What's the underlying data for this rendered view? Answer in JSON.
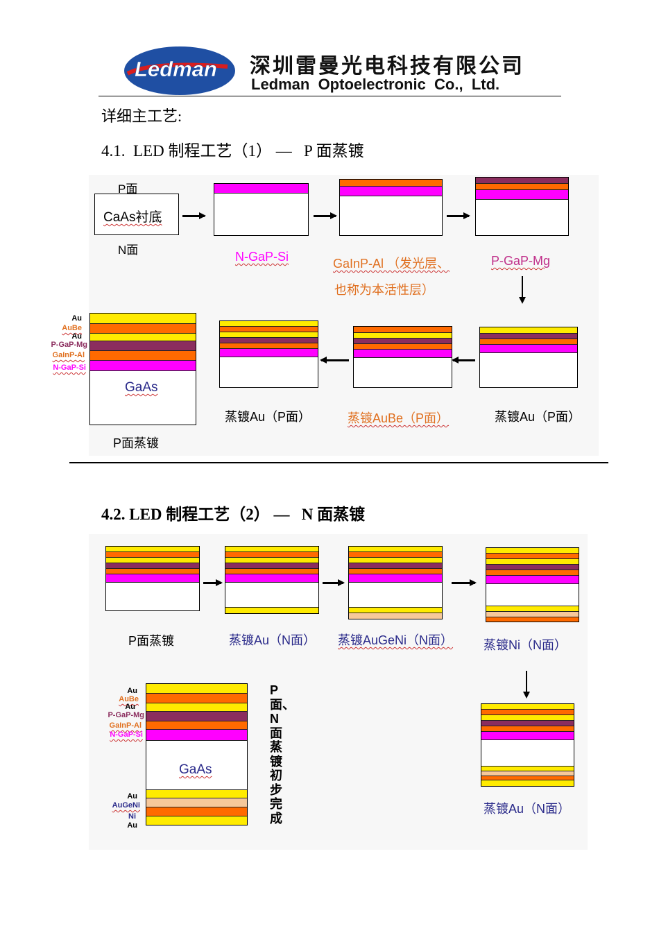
{
  "header": {
    "logo_text": "Ledman",
    "company_cn": "深圳雷曼光电科技有限公司",
    "company_en": "Ledman  Optoelectronic  Co.,  Ltd."
  },
  "section_heading": "详细主工艺:",
  "section1": {
    "title": "4.1.  LED 制程工艺（1） —   P 面蒸镀",
    "start_top": "P面",
    "start_box": "CaAs衬底",
    "start_bottom": "N面",
    "step1": "N-GaP-Si",
    "step2a": "GaInP-Al （发光层、",
    "step2b": "也称为本活性层）",
    "step3": "P-GaP-Mg",
    "step4": "蒸镀Au（P面）",
    "step5": "蒸镀AuBe（P面）",
    "step6": "蒸镀Au（P面）",
    "final_layers": [
      "Au",
      "AuBe",
      "Au",
      "P-GaP-Mg",
      "GaInP-Al",
      "N-GaP-Si"
    ],
    "final_substrate": "GaAs",
    "final_caption": "P面蒸镀"
  },
  "section2": {
    "title": "4.2. LED 制程工艺（2） —   N 面蒸镀",
    "step0": "P面蒸镀",
    "step1": "蒸镀Au（N面）",
    "step2": "蒸镀AuGeNi（N面）",
    "step3": "蒸镀Ni（N面）",
    "step4": "蒸镀Au（N面）",
    "final_top_layers": [
      "Au",
      "AuBe",
      "Au",
      "P-GaP-Mg",
      "GaInP-Al",
      "N-GaP-Si"
    ],
    "final_substrate": "GaAs",
    "final_bottom_layers": [
      "Au",
      "AuGeNi",
      "Ni",
      "Au"
    ],
    "final_caption": "P面、N面蒸镀初步完成"
  },
  "colors": {
    "au": "#ffeb00",
    "aube": "#ff6a00",
    "pgap": "#8b2d5e",
    "gainp": "#ff6a00",
    "ngap": "#ff00ff",
    "augeni": "#f6c89a",
    "logo_blue": "#1f4fa3",
    "logo_red": "#d81e1e"
  }
}
